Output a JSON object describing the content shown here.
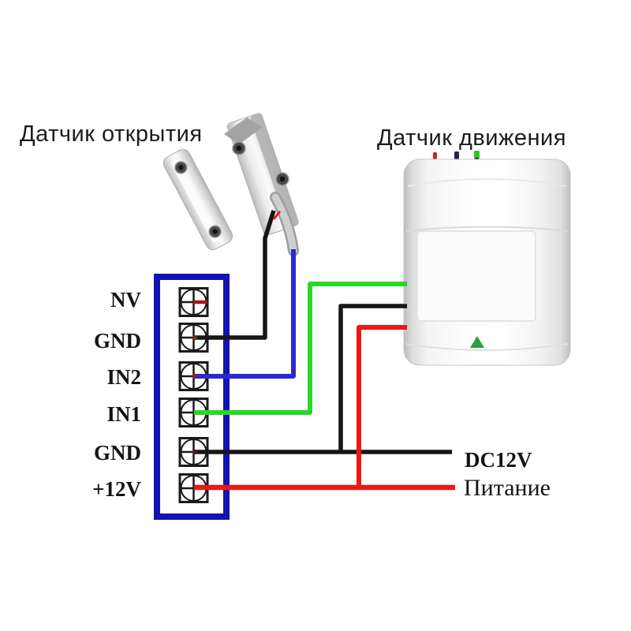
{
  "titles": {
    "door_sensor": "Датчик открытия",
    "motion_sensor": "Датчик движения"
  },
  "terminal_block": {
    "pins": [
      "NV",
      "GND",
      "IN2",
      "IN1",
      "GND",
      "+12V"
    ]
  },
  "power": {
    "line1": "DC12V",
    "line2": "Питание"
  },
  "wires": [
    {
      "from": "NV",
      "to": "stub",
      "color": "dark red"
    },
    {
      "from": "GND",
      "to": "Датчик открытия",
      "color": "black"
    },
    {
      "from": "IN2",
      "to": "Датчик открытия",
      "color": "blue"
    },
    {
      "from": "IN1",
      "to": "Датчик движения",
      "color": "green"
    },
    {
      "from": "GND",
      "to": "Датчик движения / DC12V Питание",
      "color": "black"
    },
    {
      "from": "+12V",
      "to": "Датчик движения / DC12V Питание",
      "color": "red"
    }
  ],
  "colors": {
    "block_border": "#1313b5",
    "wire_black": "#161616",
    "wire_blue": "#2a2acc",
    "wire_green": "#27d827",
    "wire_red": "#ec1717",
    "nv_stub": "#a31616",
    "led": "#2f9e3f"
  }
}
